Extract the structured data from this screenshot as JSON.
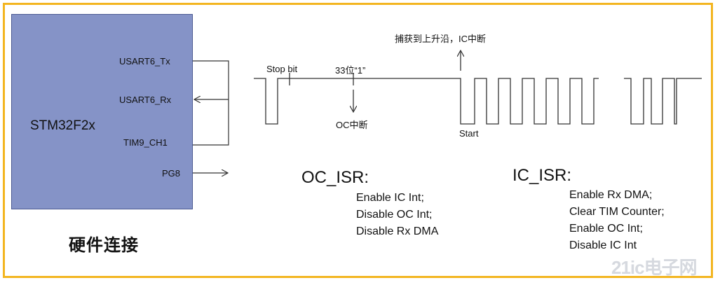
{
  "hardware": {
    "chip_name": "STM32F2x",
    "pins": {
      "tx": "USART6_Tx",
      "rx": "USART6_Rx",
      "tim": "TIM9_CH1",
      "pg": "PG8"
    },
    "caption": "硬件连接"
  },
  "waveform": {
    "stop_bit_label": "Stop bit",
    "bits_label": "33位“1”",
    "oc_interrupt_label": "OC中断",
    "capture_label": "捕获到上升沿，IC中断",
    "start_label": "Start"
  },
  "oc_isr": {
    "title": "OC_ISR:",
    "items": [
      "Enable IC Int;",
      "Disable OC Int;",
      "Disable Rx DMA"
    ]
  },
  "ic_isr": {
    "title": "IC_ISR:",
    "items": [
      "Enable Rx DMA;",
      "Clear TIM Counter;",
      "Enable OC Int;",
      "Disable IC Int"
    ]
  },
  "watermark": "21ic电子网",
  "colors": {
    "frame": "#f3b520",
    "chip_fill": "#8593c7",
    "line": "#333333"
  }
}
